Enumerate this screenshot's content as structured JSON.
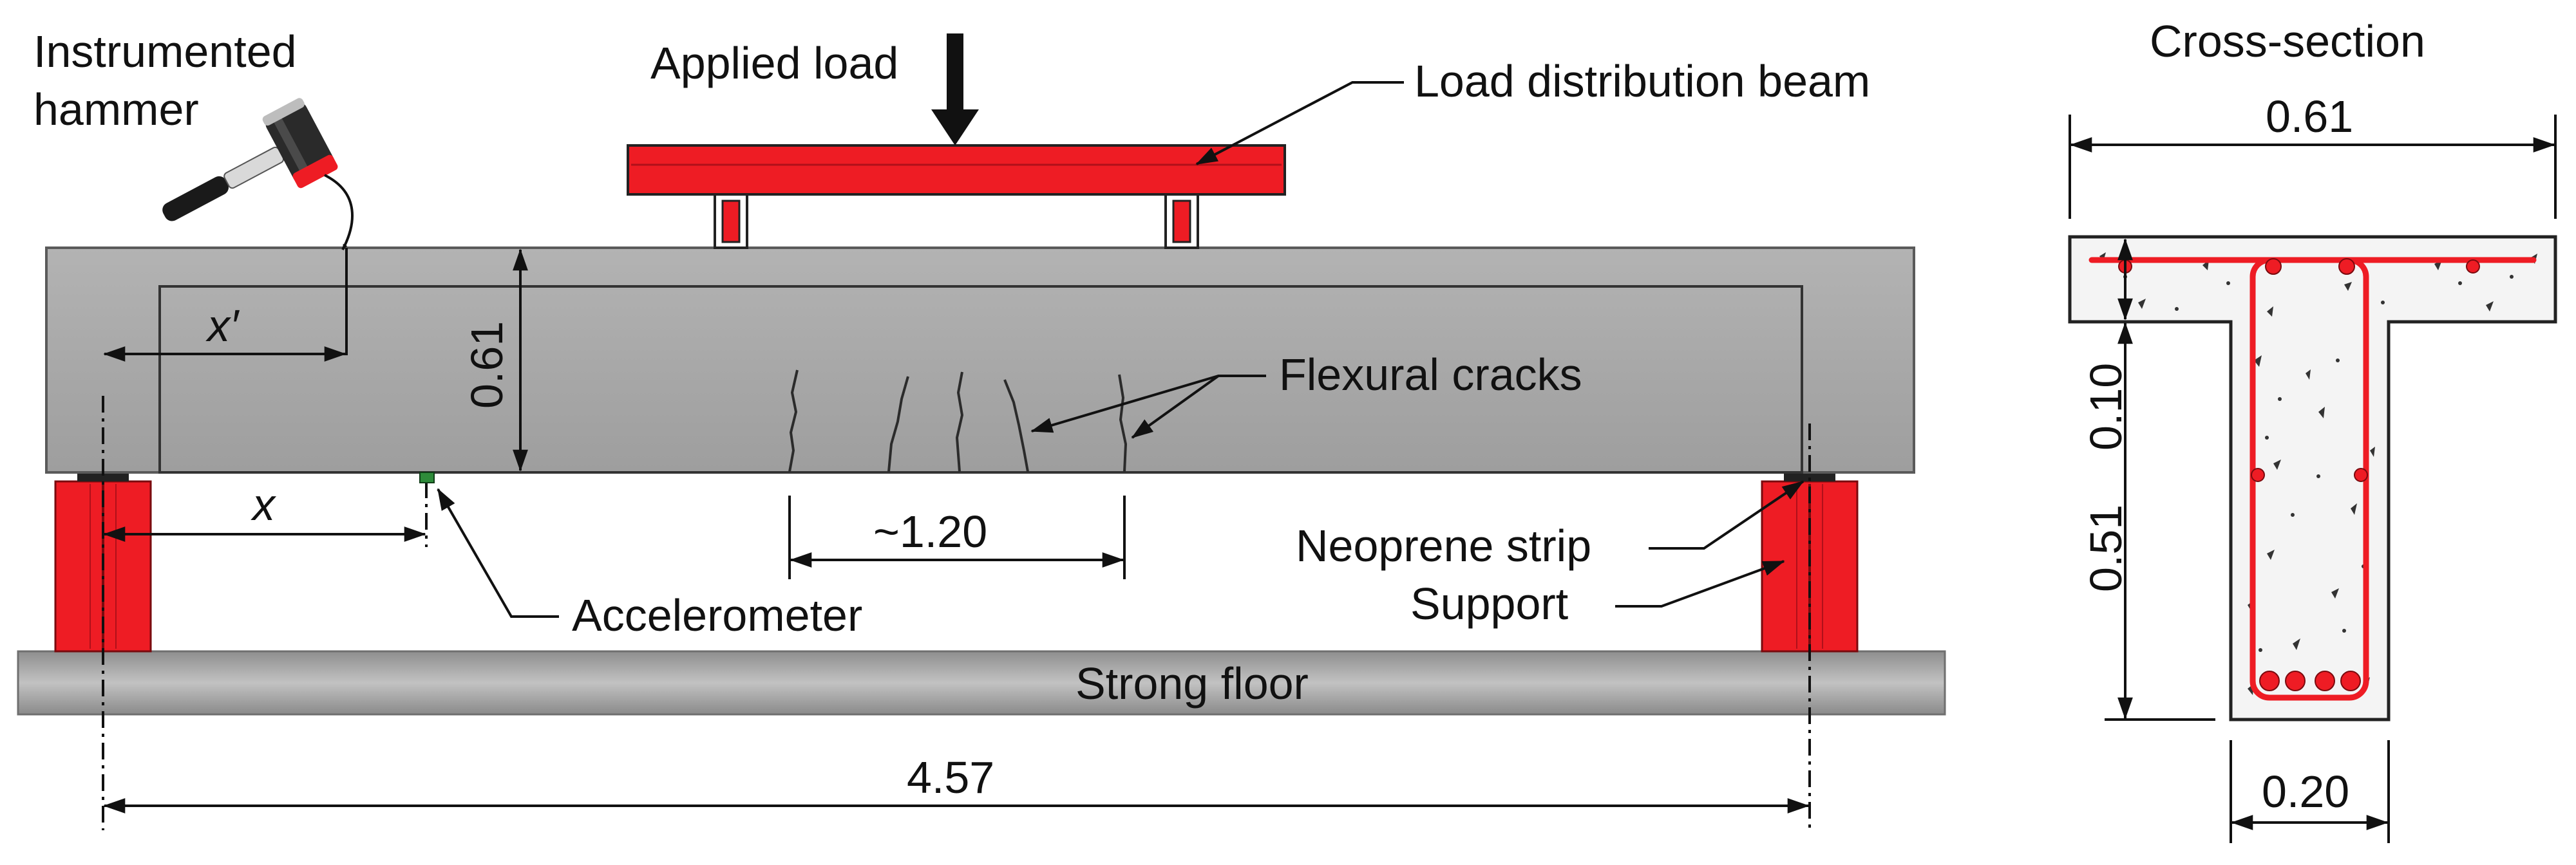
{
  "labels": {
    "instrumented_hammer_1": "Instrumented",
    "instrumented_hammer_2": "hammer",
    "applied_load": "Applied load",
    "load_distribution_beam": "Load distribution beam",
    "cross_section": "Cross-section",
    "flexural_cracks": "Flexural cracks",
    "neoprene_strip": "Neoprene strip",
    "support": "Support",
    "accelerometer": "Accelerometer",
    "strong_floor": "Strong floor",
    "x_prime": "x′",
    "x": "x"
  },
  "dimensions": {
    "beam_height": "0.61",
    "crack_zone": "~1.20",
    "span": "4.57",
    "flange_width": "0.61",
    "flange_thickness": "0.10",
    "web_height": "0.51",
    "web_width": "0.20"
  },
  "colors": {
    "concrete": "#a9a9a9",
    "steel": "#ee1c24",
    "floor": "#a6a6a6",
    "sensor": "#2e8b3a"
  },
  "icons": {
    "hammer": "hammer-icon",
    "load_arrow": "down-arrow-icon",
    "accelerometer": "sensor-icon"
  }
}
